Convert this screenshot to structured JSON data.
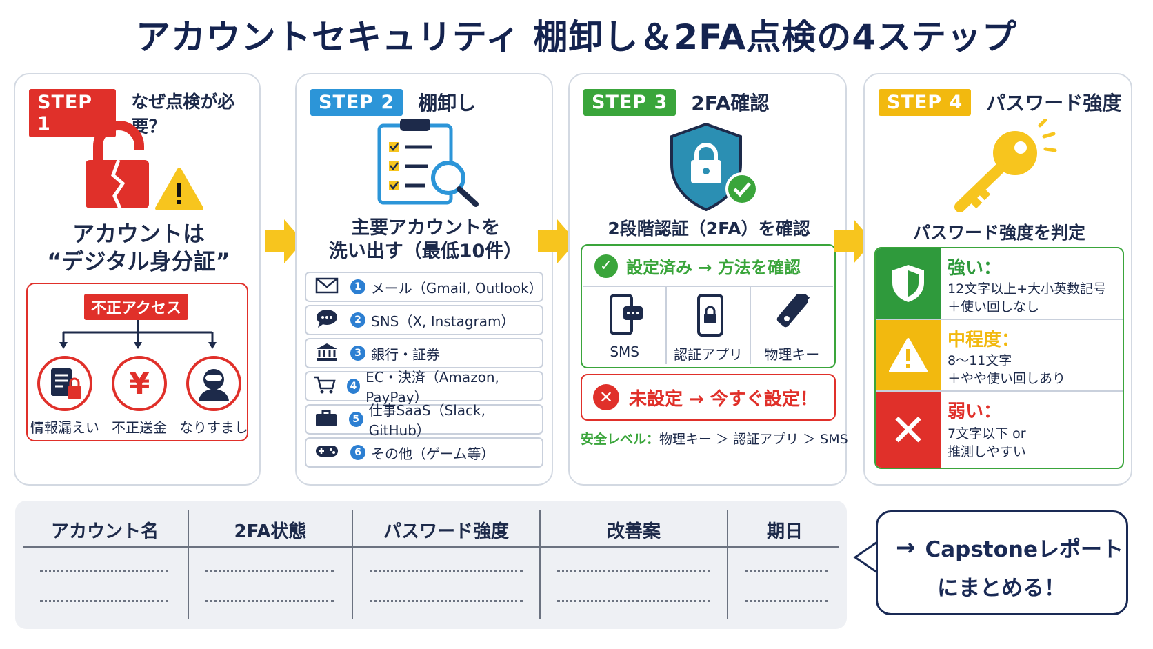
{
  "title": "アカウントセキュリティ 棚卸し＆2FA点検の4ステップ",
  "steps": [
    {
      "badge": "STEP 1",
      "title": "なぜ点検が必要？",
      "color": "#e0302a"
    },
    {
      "badge": "STEP 2",
      "title": "棚卸し",
      "color": "#2c95d8"
    },
    {
      "badge": "STEP 3",
      "title": "2FA確認",
      "color": "#3aa53b"
    },
    {
      "badge": "STEP 4",
      "title": "パスワード強度",
      "color": "#f2b90f"
    }
  ],
  "step1": {
    "line1": "アカウントは",
    "line2": "“デジタル身分証”",
    "threat_label": "不正アクセス",
    "risks": [
      "情報漏えい",
      "不正送金",
      "なりすまし"
    ]
  },
  "step2": {
    "line1": "主要アカウントを",
    "line2": "洗い出す（最低10件）",
    "accounts": [
      {
        "num": "1",
        "text": "メール（Gmail, Outlook）",
        "icon": "mail-icon"
      },
      {
        "num": "2",
        "text": "SNS（X, Instagram）",
        "icon": "chat-icon"
      },
      {
        "num": "3",
        "text": "銀行・証券",
        "icon": "bank-icon"
      },
      {
        "num": "4",
        "text": "EC・決済（Amazon, PayPay）",
        "icon": "cart-icon"
      },
      {
        "num": "5",
        "text": "仕事SaaS（Slack, GitHub）",
        "icon": "briefcase-icon"
      },
      {
        "num": "6",
        "text": "その他（ゲーム等）",
        "icon": "gamepad-icon"
      }
    ]
  },
  "step3": {
    "headline": "2段階認証（2FA）を確認",
    "configured": "設定済み → 方法を確認",
    "methods": [
      "SMS",
      "認証アプリ",
      "物理キー"
    ],
    "not_set": "未設定 → 今すぐ設定！",
    "safety_label": "安全レベル：",
    "safety_order": "物理キー ＞ 認証アプリ ＞ SMS"
  },
  "step4": {
    "headline": "パスワード強度を判定",
    "levels": [
      {
        "name": "強い：",
        "line1": "12文字以上+大小英数記号",
        "line2": "＋使い回しなし",
        "color": "#2f9a3c"
      },
      {
        "name": "中程度：",
        "line1": "8〜11文字",
        "line2": "＋やや使い回しあり",
        "color": "#f2b90f"
      },
      {
        "name": "弱い：",
        "line1": "7文字以下 or",
        "line2": "推測しやすい",
        "color": "#e0302a"
      }
    ]
  },
  "table": {
    "headers": [
      "アカウント名",
      "2FA状態",
      "パスワード強度",
      "改善案",
      "期日"
    ]
  },
  "callout": {
    "line1": "Capstoneレポート",
    "line2": "にまとめる！"
  }
}
